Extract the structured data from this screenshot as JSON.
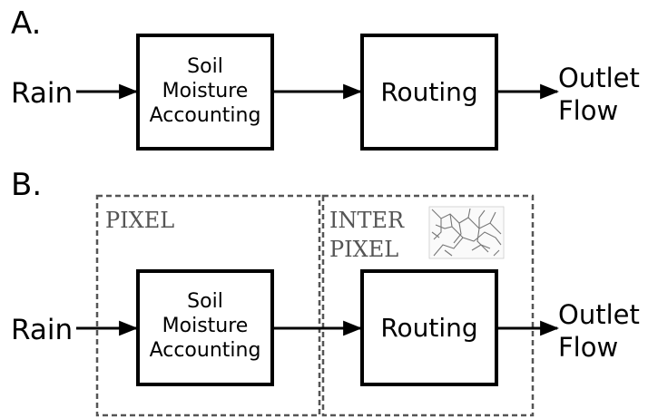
{
  "panel_a": {
    "label": "A.",
    "input": "Rain",
    "box1_lines": [
      "Soil",
      "Moisture",
      "Accounting"
    ],
    "box2": "Routing",
    "output_lines": [
      "Outlet",
      "Flow"
    ]
  },
  "panel_b": {
    "label": "B.",
    "input": "Rain",
    "box1_lines": [
      "Soil",
      "Moisture",
      "Accounting"
    ],
    "box2": "Routing",
    "output_lines": [
      "Outlet",
      "Flow"
    ],
    "region1_label": "PIXEL",
    "region2_label_lines": [
      "INTER",
      "PIXEL"
    ],
    "network_icon": "drainage-network-icon"
  },
  "colors": {
    "stroke": "#000000",
    "dashed_region": "#555555",
    "region_text": "#555555"
  }
}
